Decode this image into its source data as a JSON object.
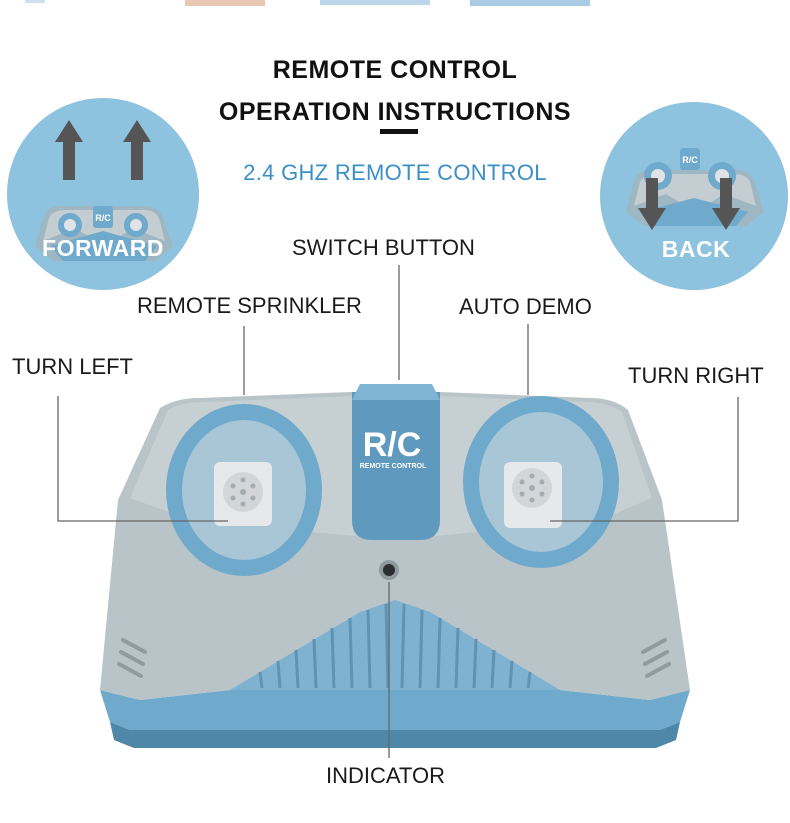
{
  "title": {
    "line1": "REMOTE CONTROL",
    "line2": "OPERATION INSTRUCTIONS"
  },
  "subtitle": "2.4 GHZ REMOTE CONTROL",
  "badges": {
    "forward": {
      "label": "FORWARD",
      "icon": "arrow-up-icon"
    },
    "back": {
      "label": "BACK",
      "icon": "arrow-down-icon"
    }
  },
  "callouts": {
    "switch_button": "SWITCH BUTTON",
    "remote_sprinkler": "REMOTE SPRINKLER",
    "auto_demo": "AUTO DEMO",
    "turn_left": "TURN LEFT",
    "turn_right": "TURN RIGHT",
    "indicator": "INDICATOR"
  },
  "remote": {
    "logo_text": "R/C",
    "logo_subtext": "REMOTE CONTROL"
  },
  "colors": {
    "accent_blue": "#3a8fc4",
    "badge_blue": "#8ec3df",
    "remote_gray": "#b9c4c8",
    "remote_blue": "#6fa9cb"
  }
}
